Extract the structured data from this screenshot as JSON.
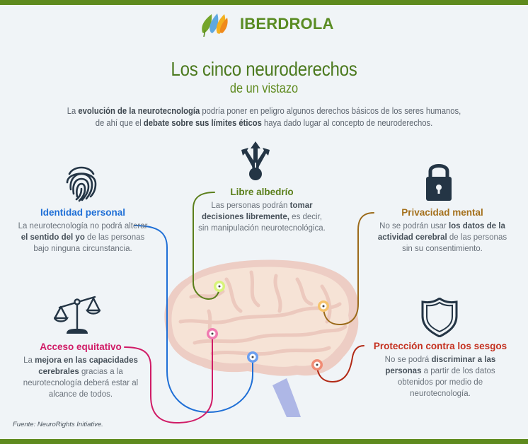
{
  "brand": {
    "name": "IBERDROLA",
    "logo_icon": "flame-leaf-logo-icon",
    "color": "#5e8a1e"
  },
  "header": {
    "title": "Los cinco neuroderechos",
    "subtitle": "de un vistazo"
  },
  "intro": {
    "segments": [
      {
        "text": "La ",
        "bold": false
      },
      {
        "text": "evolución de la neurotecnología",
        "bold": true
      },
      {
        "text": " podría poner en peligro algunos derechos básicos de los seres humanos,",
        "bold": false
      },
      {
        "text": "de ahí que el ",
        "bold": false,
        "newline": true
      },
      {
        "text": "debate sobre sus límites éticos",
        "bold": true
      },
      {
        "text": " haya dado lugar al concepto de neuroderechos.",
        "bold": false
      }
    ]
  },
  "rights": [
    {
      "id": "identidad",
      "icon": "fingerprint-icon",
      "title": "Identidad personal",
      "color": "#1f6fd6",
      "body": [
        {
          "text": "La neurotecnología no podrá alterar ",
          "bold": false
        },
        {
          "text": "el sentido del yo",
          "bold": true
        },
        {
          "text": " de las personas bajo ninguna circunstancia.",
          "bold": false
        }
      ]
    },
    {
      "id": "libre",
      "icon": "branching-arrows-icon",
      "title": "Libre albedrío",
      "color": "#5b7f1b",
      "body": [
        {
          "text": "Las personas podrán ",
          "bold": false
        },
        {
          "text": "tomar decisiones libremente,",
          "bold": true
        },
        {
          "text": " es decir, sin manipulación neurotecnológica.",
          "bold": false
        }
      ]
    },
    {
      "id": "privacidad",
      "icon": "padlock-icon",
      "title": "Privacidad mental",
      "color": "#a4701c",
      "body": [
        {
          "text": "No se podrán usar ",
          "bold": false
        },
        {
          "text": "los datos de la actividad cerebral",
          "bold": true
        },
        {
          "text": " de las personas sin su consentimiento.",
          "bold": false
        }
      ]
    },
    {
      "id": "acceso",
      "icon": "balance-scale-icon",
      "title": "Acceso equitativo",
      "color": "#d01b66",
      "body": [
        {
          "text": "La ",
          "bold": false
        },
        {
          "text": "mejora en las capacidades cerebrales",
          "bold": true
        },
        {
          "text": " gracias a la neurotecnología deberá estar al alcance de todos.",
          "bold": false
        }
      ]
    },
    {
      "id": "sesgos",
      "icon": "shield-icon",
      "title": "Protección contra los sesgos",
      "color": "#c4301f",
      "body": [
        {
          "text": "No se podrá ",
          "bold": false
        },
        {
          "text": "discriminar a las personas",
          "bold": true
        },
        {
          "text": " a partir de los datos obtenidos por medio de neurotecnología.",
          "bold": false
        }
      ]
    }
  ],
  "illustration": {
    "name": "brain-illustration",
    "icon_color": "#243545"
  },
  "footer": {
    "source": "Fuente: NeuroRights Initiative."
  }
}
